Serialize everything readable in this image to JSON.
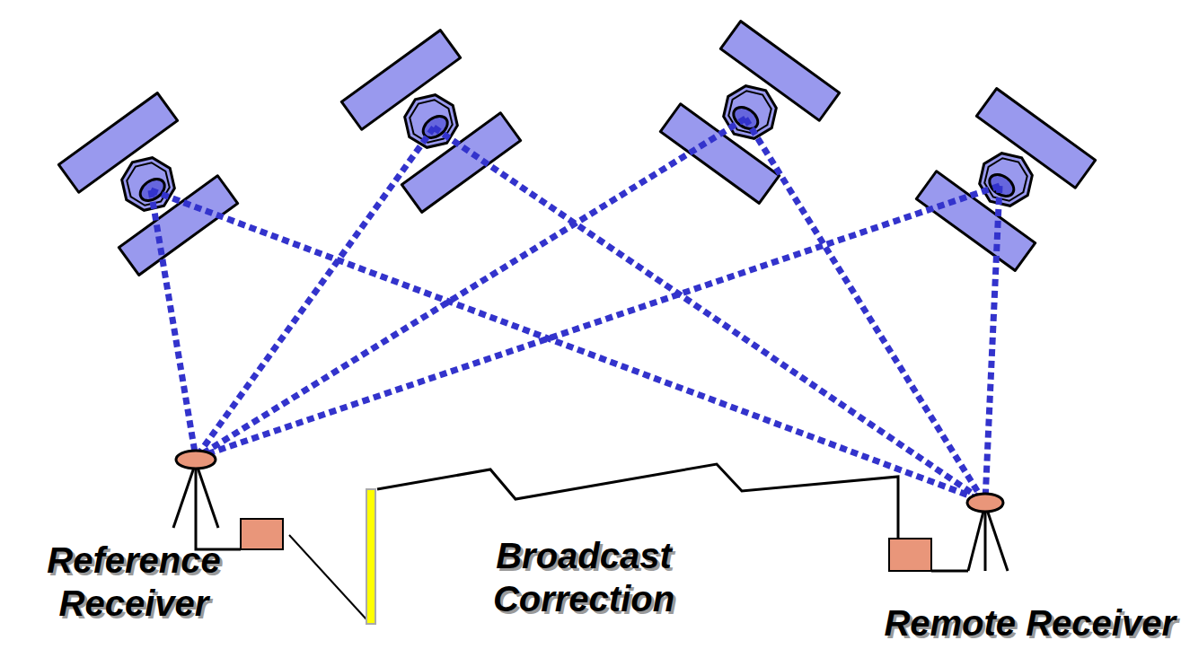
{
  "diagram": {
    "labels": [
      "Reference Receiver",
      "Broadcast Correction",
      "Remote Receiver"
    ]
  }
}
